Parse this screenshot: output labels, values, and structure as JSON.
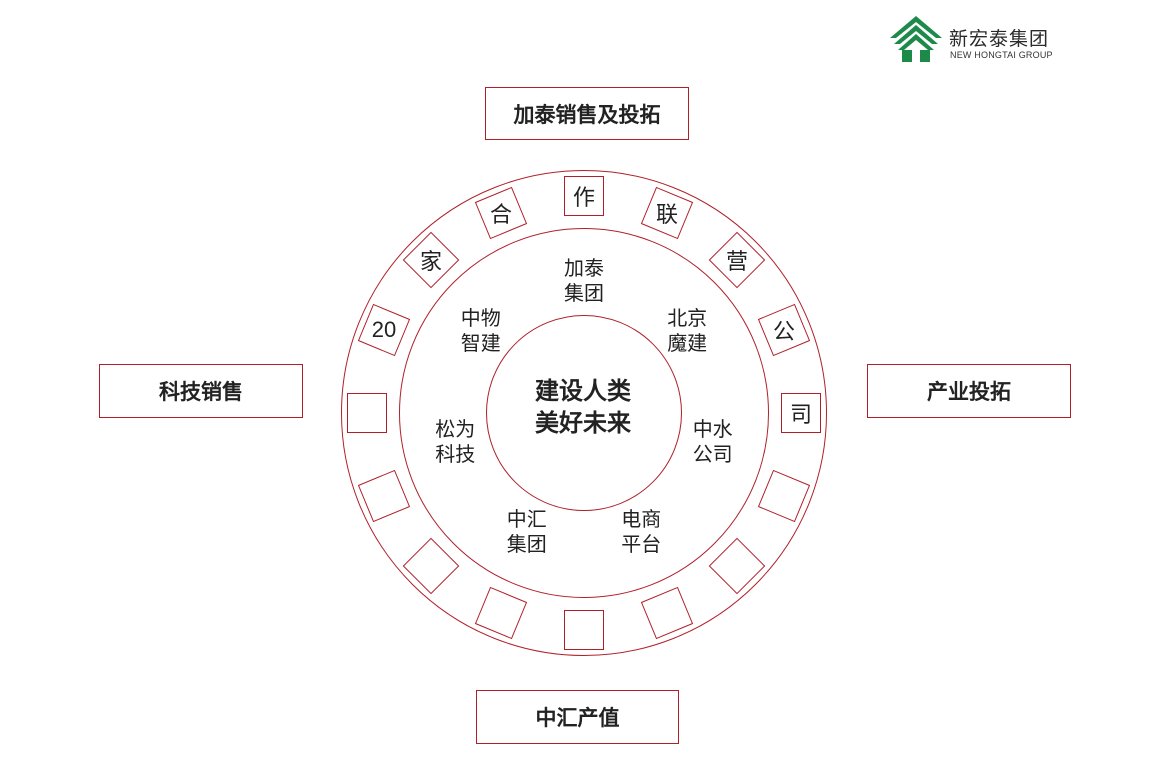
{
  "logo": {
    "name_cn": "新宏泰集团",
    "name_en": "NEW HONGTAI GROUP",
    "icon": "house-roof-icon",
    "color": "#1e8a4a"
  },
  "accent_color": "#b0202a",
  "channels": {
    "top": "加泰销售及投拓",
    "left": "科技销售",
    "right": "产业投拓",
    "bottom": "中汇产值"
  },
  "center": {
    "line1": "建设人类",
    "line2": "美好未来"
  },
  "companies": [
    {
      "line1": "加泰",
      "line2": "集团"
    },
    {
      "line1": "北京",
      "line2": "魔建"
    },
    {
      "line1": "中水",
      "line2": "公司"
    },
    {
      "line1": "电商",
      "line2": "平台"
    },
    {
      "line1": "中汇",
      "line2": "集团"
    },
    {
      "line1": "松为",
      "line2": "科技"
    },
    {
      "line1": "中物",
      "line2": "智建"
    }
  ],
  "ring_slots": [
    "作",
    "联",
    "营",
    "公",
    "司",
    "",
    "",
    "",
    "",
    "",
    "",
    "",
    "",
    "20",
    "家",
    "合"
  ]
}
